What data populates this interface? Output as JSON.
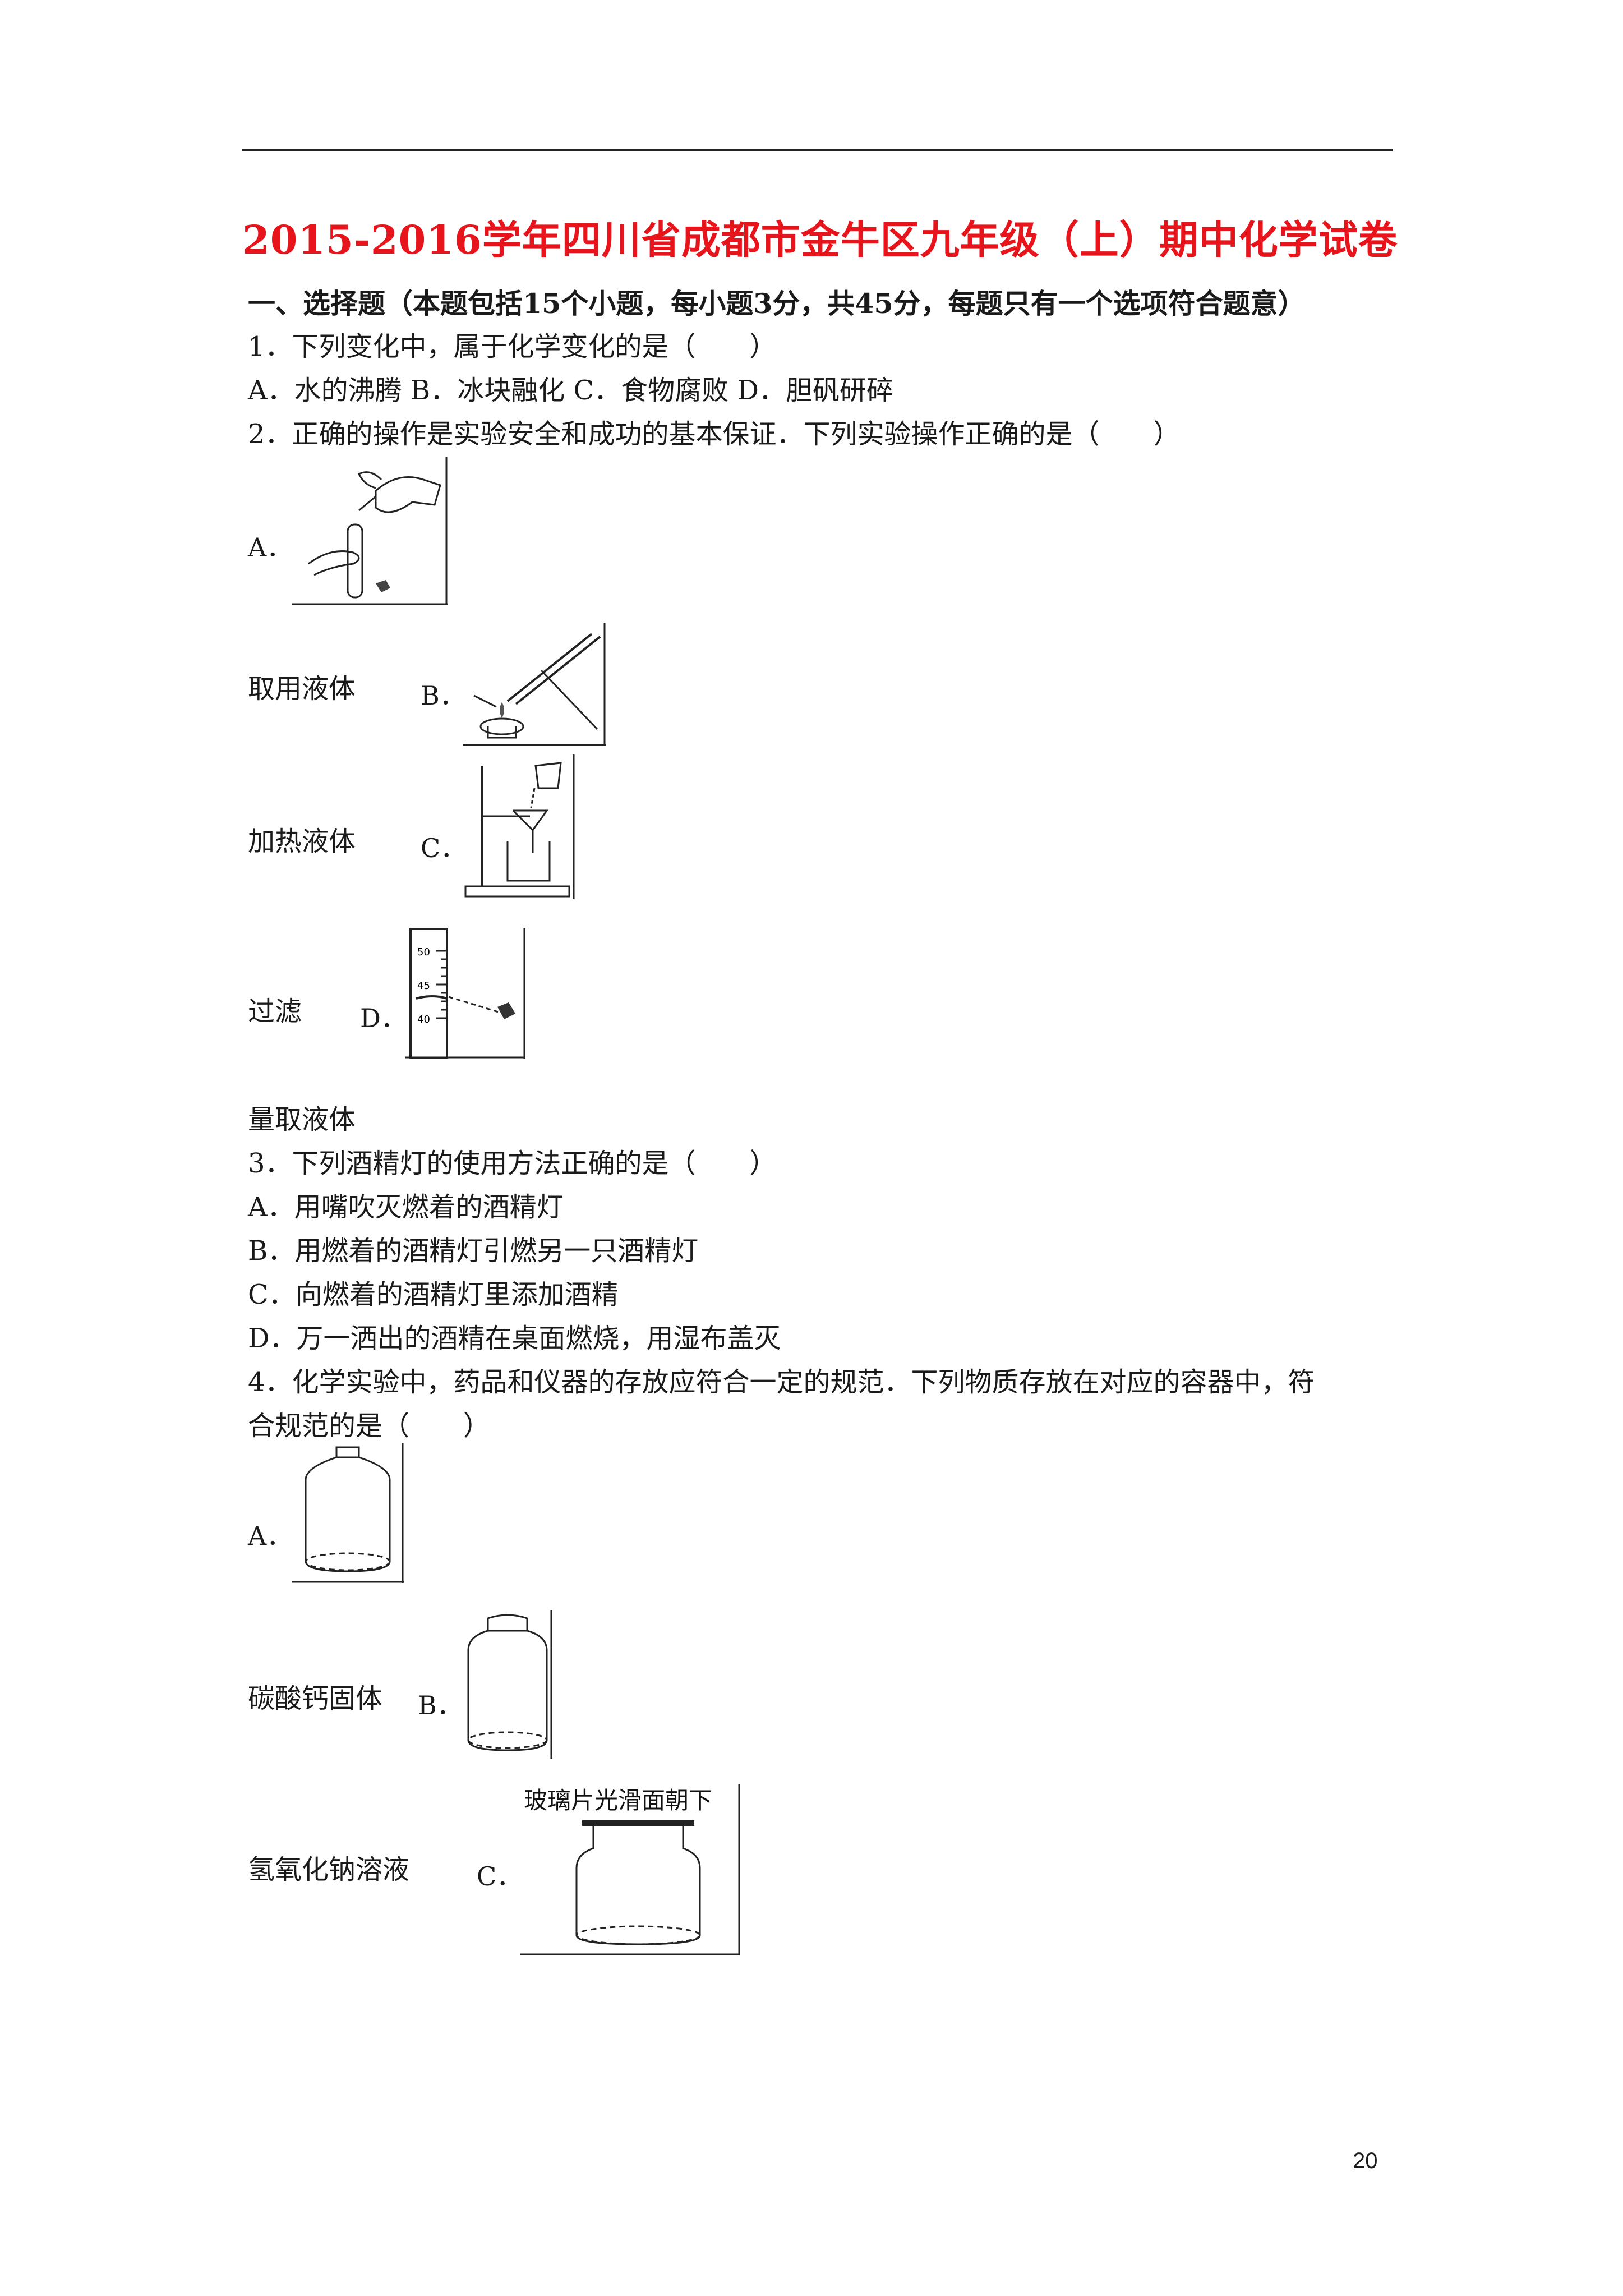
{
  "title": "2015-2016学年四川省成都市金牛区九年级（上）期中化学试卷",
  "section1": "一、选择题（本题包括15个小题，每小题3分，共45分，每题只有一个选项符合题意）",
  "q1": {
    "stem": "1．下列变化中，属于化学变化的是（　　）",
    "options": "A．水的沸腾 B．冰块融化 C．食物腐败 D．胆矾研碎"
  },
  "q2": {
    "stem": "2．正确的操作是实验安全和成功的基本保证．下列实验操作正确的是（　　）",
    "a_letter": "A．",
    "a_caption": "取用液体",
    "b_letter": "B．",
    "b_caption": "加热液体",
    "c_letter": "C．",
    "c_caption": "过滤",
    "d_letter": "D．",
    "d_caption": "量取液体",
    "cyl_ticks": [
      "50",
      "45",
      "40"
    ]
  },
  "q3": {
    "stem": "3．下列酒精灯的使用方法正确的是（　　）",
    "a": "A．用嘴吹灭燃着的酒精灯",
    "b": "B．用燃着的酒精灯引燃另一只酒精灯",
    "c": "C．向燃着的酒精灯里添加酒精",
    "d": "D．万一洒出的酒精在桌面燃烧，用湿布盖灭"
  },
  "q4": {
    "stem_line1": "4．化学实验中，药品和仪器的存放应符合一定的规范．下列物质存放在对应的容器中，符",
    "stem_line2": "合规范的是（　　）",
    "a_letter": "A．",
    "a_caption": "碳酸钙固体",
    "b_letter": "B．",
    "b_caption": "氢氧化钠溶液",
    "c_letter": "C．",
    "c_label": "玻璃片光滑面朝下"
  },
  "page_number": "20"
}
